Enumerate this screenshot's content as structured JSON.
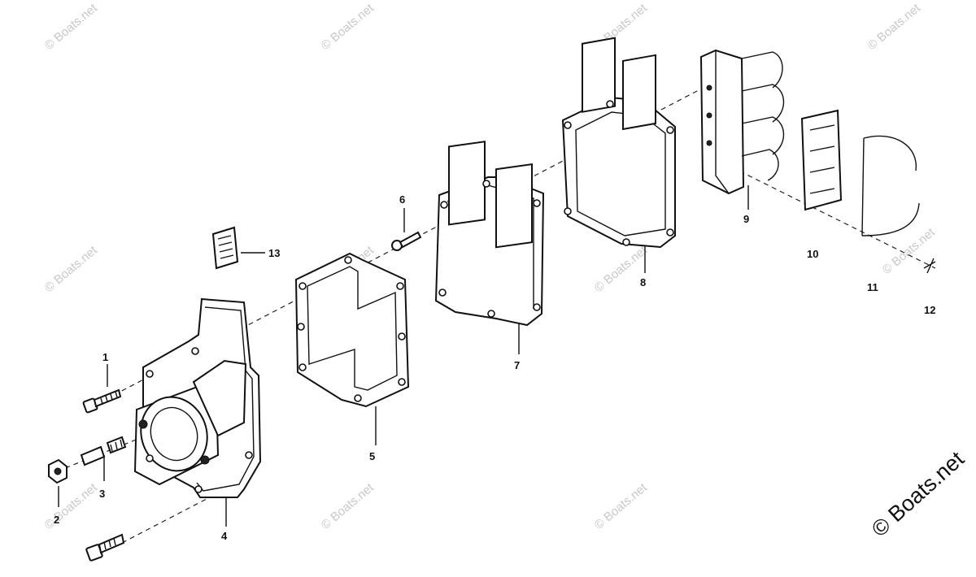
{
  "diagram": {
    "callouts": {
      "c1": "1",
      "c2": "2",
      "c3": "3",
      "c4": "4",
      "c5": "5",
      "c6": "6",
      "c7": "7",
      "c8": "8",
      "c9": "9",
      "c10": "10",
      "c11": "11",
      "c12": "12",
      "c13": "13"
    },
    "watermark": "© Boats.net",
    "corner_watermark": "© Boats.net"
  }
}
